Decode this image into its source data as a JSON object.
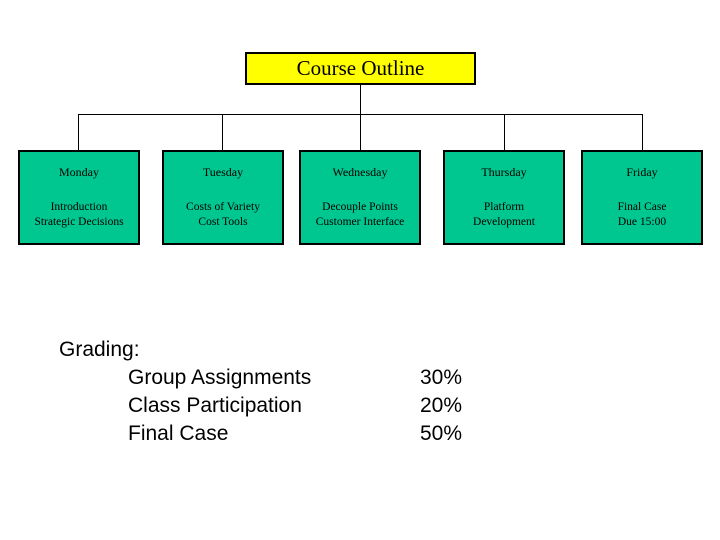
{
  "slide": {
    "title": "Course Outline",
    "title_color": "#ffff00",
    "box_color": "#00c68f",
    "border_color": "#000000"
  },
  "days": [
    {
      "name": "Monday",
      "body": "Introduction\nStrategic Decisions"
    },
    {
      "name": "Tuesday",
      "body": "Costs of Variety\nCost Tools"
    },
    {
      "name": "Wednesday",
      "body": "Decouple Points\nCustomer Interface"
    },
    {
      "name": "Thursday",
      "body": "Platform\nDevelopment"
    },
    {
      "name": "Friday",
      "body": "Final Case\nDue 15:00"
    }
  ],
  "grading": {
    "heading": "Grading:",
    "rows": [
      {
        "label": "Group Assignments",
        "value": "30%"
      },
      {
        "label": "Class Participation",
        "value": "20%"
      },
      {
        "label": "Final Case",
        "value": "50%"
      }
    ]
  }
}
